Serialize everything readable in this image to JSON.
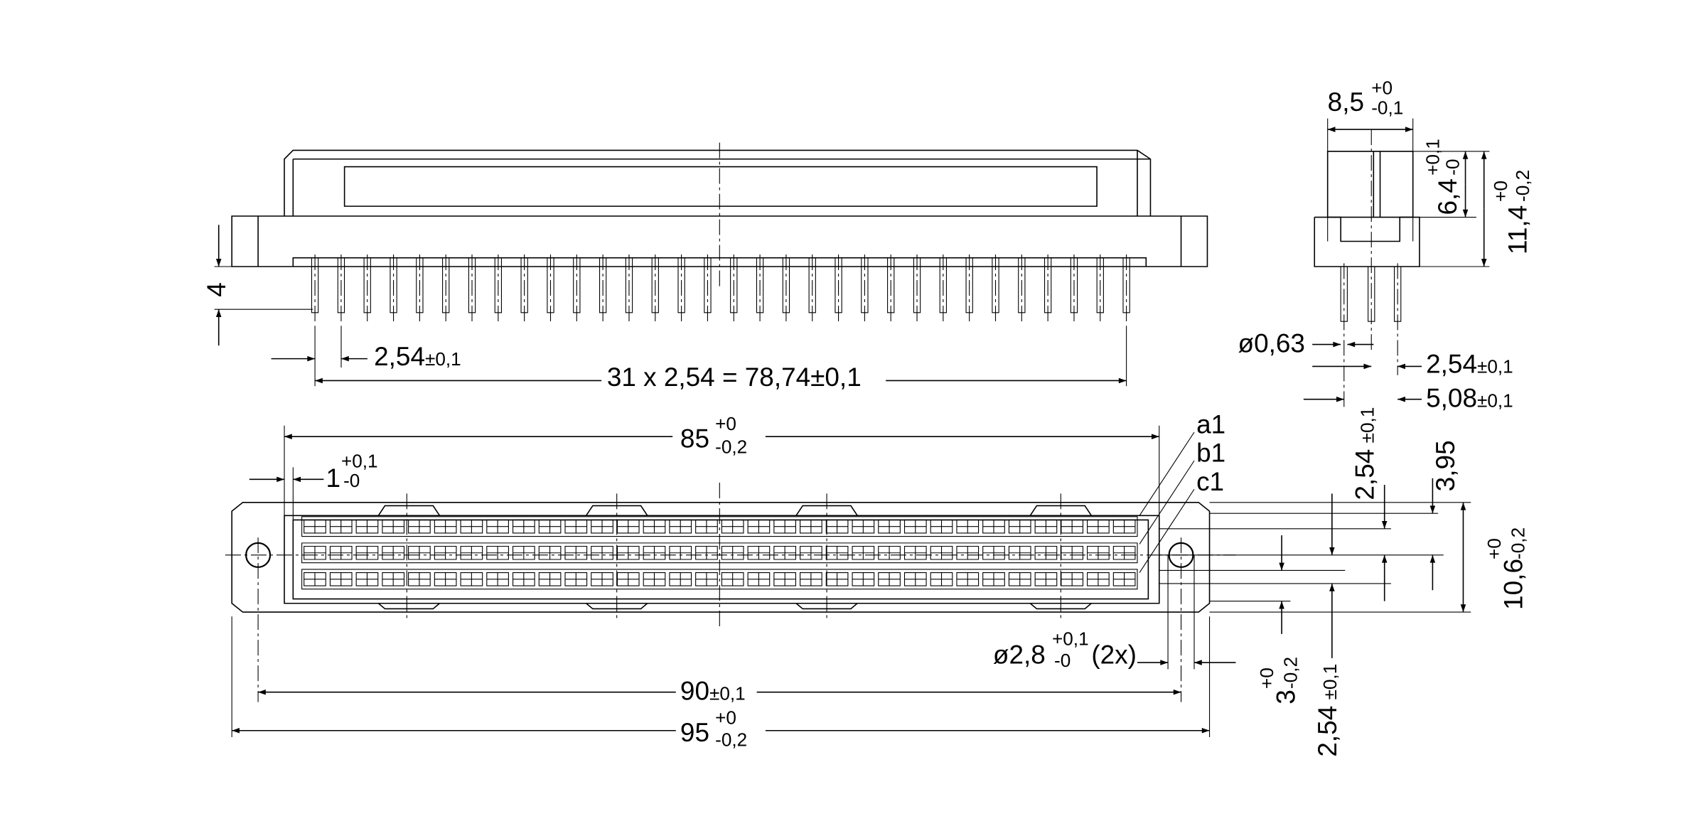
{
  "drawing": {
    "front_view": {
      "height_dim": "4",
      "pitch_dim": "2,54",
      "pitch_tol": "±0,1",
      "span_dim": "31 x 2,54 = 78,74",
      "span_tol": "±0,1",
      "pin_count": 32
    },
    "side_view": {
      "width_dim": "8,5",
      "width_tol_upper": "+0",
      "width_tol_lower": "-0,1",
      "upper_height_dim": "6,4",
      "upper_height_tol_upper": "+0,1",
      "upper_height_tol_lower": "-0",
      "total_height_dim": "11,4",
      "total_height_tol_upper": "+0",
      "total_height_tol_lower": "-0,2",
      "pin_diameter": "ø0,63",
      "pitch_dim": "2,54",
      "pitch_tol": "±0,1",
      "double_pitch_dim": "5,08",
      "double_pitch_tol": "±0,1"
    },
    "top_view": {
      "housing_dim": "85",
      "housing_tol_upper": "+0",
      "housing_tol_lower": "-0,2",
      "offset_dim": "1",
      "offset_tol_upper": "+0,1",
      "offset_tol_lower": "-0",
      "row_labels": [
        "a1",
        "b1",
        "c1"
      ],
      "hole_dia": "ø2,8",
      "hole_tol_upper": "+0,1",
      "hole_tol_lower": "-0",
      "hole_count": "(2x)",
      "hole_spacing_dim": "90",
      "hole_spacing_tol": "±0,1",
      "total_length_dim": "95",
      "total_length_tol_upper": "+0",
      "total_length_tol_lower": "-0,2",
      "row_pitch_dim": "2,54",
      "row_pitch_tol": "±0,1",
      "row_pitch_dim_2": "2,54",
      "row_pitch_tol_2": "±0,1",
      "offset_395_dim": "3,95",
      "depth_dim": "10,6",
      "depth_tol_upper": "+0",
      "depth_tol_lower": "-0,2",
      "flange_dim": "3",
      "flange_tol_upper": "+0",
      "flange_tol_lower": "-0,2"
    }
  }
}
